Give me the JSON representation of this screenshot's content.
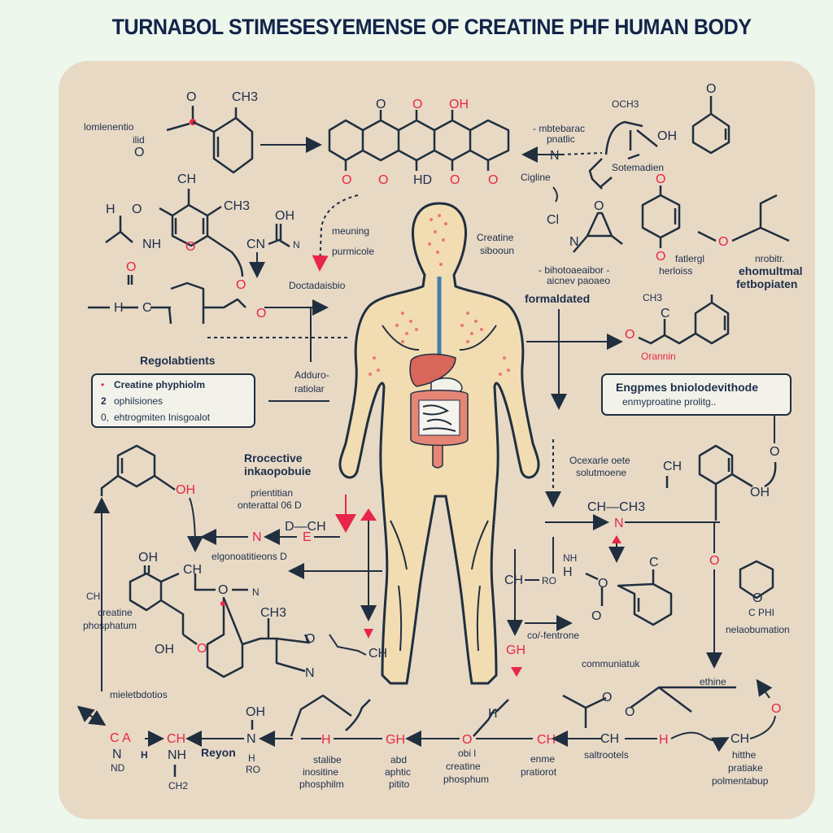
{
  "title": "TURNABOL STIMESESYEMENSE OF  CREATINE   PHF HUMAN BODY",
  "colors": {
    "background": "#eef7ec",
    "panel": "#e8d9c5",
    "ink": "#1f2f3f",
    "accent_red": "#e8264a",
    "skin": "#f2dcb2",
    "title": "#13244a"
  },
  "labels": {
    "top_left_1": "lomlenentio",
    "top_left_2": "ilid",
    "top_left_o": "O",
    "mid_center_top_1": "meuning",
    "mid_center_top_2": "purmicole",
    "doctadaisbio": "Doctadaisbio",
    "creatine_sibooun_1": "Creatine",
    "creatine_sibooun_2": "sibooun",
    "right_top_1": "- mbtebarac",
    "right_top_2": "pnatlic",
    "cigline": "Cigline",
    "sotemadien": "Sotemadien",
    "bihotoaeaibor_1": "- bihotoaeaibor -",
    "bihotoaeaibor_2": "aicnev paoaeo",
    "fatlergl_1": "fatlergl",
    "fatlergl_2": "herloiss",
    "nrobitr_1": "nrobitr.",
    "nrobitr_2": "ehomultmal",
    "nrobitr_3": "fetbopiaten",
    "formulated": "formaldated",
    "orannin": "Orannin",
    "adduro_1": "Adduro-",
    "adduro_2": "ratiolar",
    "processive_1": "Rrocective",
    "processive_2": "inkaopobuie",
    "orientation_1": "prientitian",
    "orientation_2": "onterattal 06 D",
    "elgonoatitieons": "elgonoatitieons D",
    "creatine_phosp_1": "creatine",
    "creatine_phosp_2": "phosphatum",
    "oxazole_ring_label": "Ocexarle oete",
    "oxazole_ring_label_2": "solutmoene",
    "cal_fentrone": "co/-fentrone",
    "communication": "communiatuk",
    "cphi": "C PHI",
    "nelaobumation": "nelaobumation",
    "ethine": "ethine",
    "mielelbdotios": "mieletbdotios",
    "reyon": "Reyon",
    "stilibe_1": "stalibe",
    "stilibe_2": "inositine",
    "stilibe_3": "phosphilm",
    "abd_1": "abd",
    "abd_2": "aphtic",
    "abd_3": "pitito",
    "obi_1": "obi l",
    "obi_2": "creatine",
    "obi_3": "phosphum",
    "enme_1": "enme",
    "enme_2": "pratiorot",
    "saltrootels": "saltrootels",
    "hithe_1": "hitthe",
    "hithe_2": "pratiake",
    "hithe_3": "polmentabup"
  },
  "legend_box": {
    "heading": "Regolabtients",
    "items": [
      {
        "marker": "•",
        "text": "Creatine phyphiolm"
      },
      {
        "marker": "2",
        "text": "ophilsiones"
      },
      {
        "marker": "0,",
        "text": "ehtrogmiten Inisgoalot"
      }
    ]
  },
  "enzyme_box": {
    "line1": "Engpmes bniolodevithode",
    "line2": "enmyproatine prolitg.."
  },
  "atoms": {
    "o": "O",
    "oh": "OH",
    "ch": "CH",
    "ch3": "CH3",
    "n": "N",
    "h": "H",
    "c": "C",
    "hd": "HD",
    "och3": "OCH3",
    "cn": "CN",
    "ca": "C A",
    "gh": "GH",
    "cl": "Cl",
    "ro": "RO",
    "nh": "NH",
    "md": "ND",
    "ch_ch3": "CH—CH3",
    "d_ch": "D—CH",
    "e": "E",
    "ch2": "CH2"
  }
}
